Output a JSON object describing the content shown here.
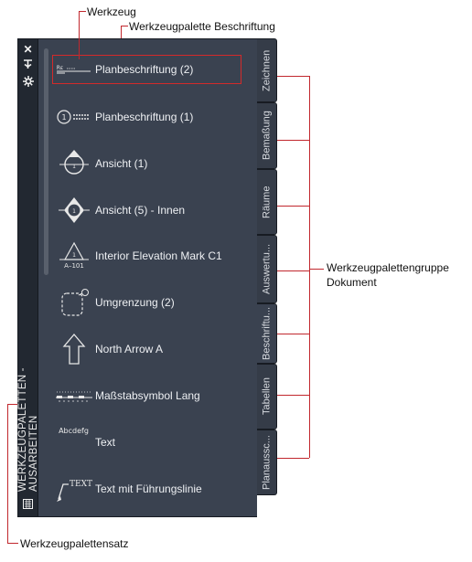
{
  "callouts": {
    "tool": "Werkzeug",
    "palette": "Werkzeugpalette Beschriftung",
    "group_line1": "Werkzeugpalettengruppe",
    "group_line2": "Dokument",
    "set": "Werkzeugpalettensatz"
  },
  "palette": {
    "title": "WERKZEUGPALETTEN - AUSARBEITEN",
    "titlebar_icons": [
      "close-icon",
      "autohide-icon",
      "properties-icon"
    ],
    "items": [
      {
        "label": "Planbeschriftung (2)",
        "icon": "view-title-icon",
        "selected": true
      },
      {
        "label": "Planbeschriftung (1)",
        "icon": "view-title-number-icon",
        "selected": false
      },
      {
        "label": "Ansicht (1)",
        "icon": "section-view-icon",
        "selected": false
      },
      {
        "label": "Ansicht (5) - Innen",
        "icon": "interior-view-icon",
        "selected": false
      },
      {
        "label": "Interior Elevation Mark C1",
        "icon": "elevation-mark-icon",
        "selected": false
      },
      {
        "label": "Umgrenzung (2)",
        "icon": "boundary-icon",
        "selected": false
      },
      {
        "label": "North Arrow A",
        "icon": "north-arrow-icon",
        "selected": false
      },
      {
        "label": "Maßstabsymbol Lang",
        "icon": "scale-bar-icon",
        "selected": false
      },
      {
        "label": "Text",
        "icon": "text-icon",
        "selected": false
      },
      {
        "label": "Text mit Führungslinie",
        "icon": "leader-text-icon",
        "selected": false
      }
    ],
    "icon_text": {
      "elev_num": "1",
      "elev_ref": "A–101",
      "text_sample": "Abcdefg",
      "leader_sample": "TEXT",
      "view_num": "1"
    },
    "tabs": [
      "Zeichnen",
      "Bemaßung",
      "Räume",
      "Auswertu...",
      "Beschriftu...",
      "Tabellen",
      "Planaussc..."
    ],
    "active_tab": 4
  },
  "colors": {
    "panel": "#3a4250",
    "frame": "#2b313c",
    "callout_line": "#c1272d",
    "selection": "#d42a2a"
  }
}
